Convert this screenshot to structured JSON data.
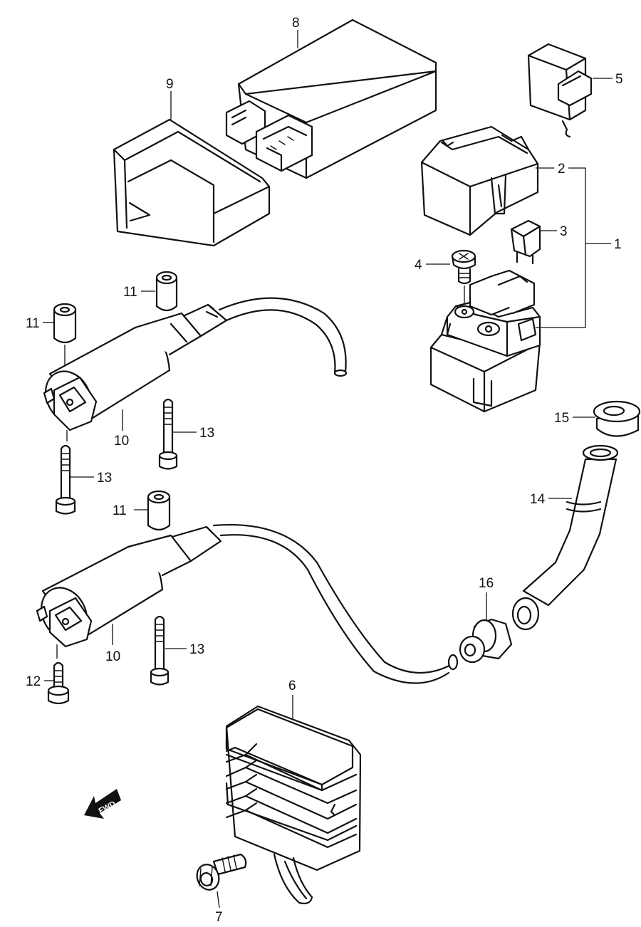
{
  "diagram": {
    "callouts": {
      "c1": "1",
      "c2": "2",
      "c3": "3",
      "c4": "4",
      "c5": "5",
      "c6": "6",
      "c7": "7",
      "c8": "8",
      "c9": "9",
      "c10a": "10",
      "c10b": "10",
      "c11a": "11",
      "c11b": "11",
      "c11c": "11",
      "c12": "12",
      "c13a": "13",
      "c13b": "13",
      "c13c": "13",
      "c14": "14",
      "c15": "15",
      "c16": "16"
    },
    "direction_arrow": {
      "label": "FWD",
      "icon": "arrow-left-icon"
    }
  }
}
